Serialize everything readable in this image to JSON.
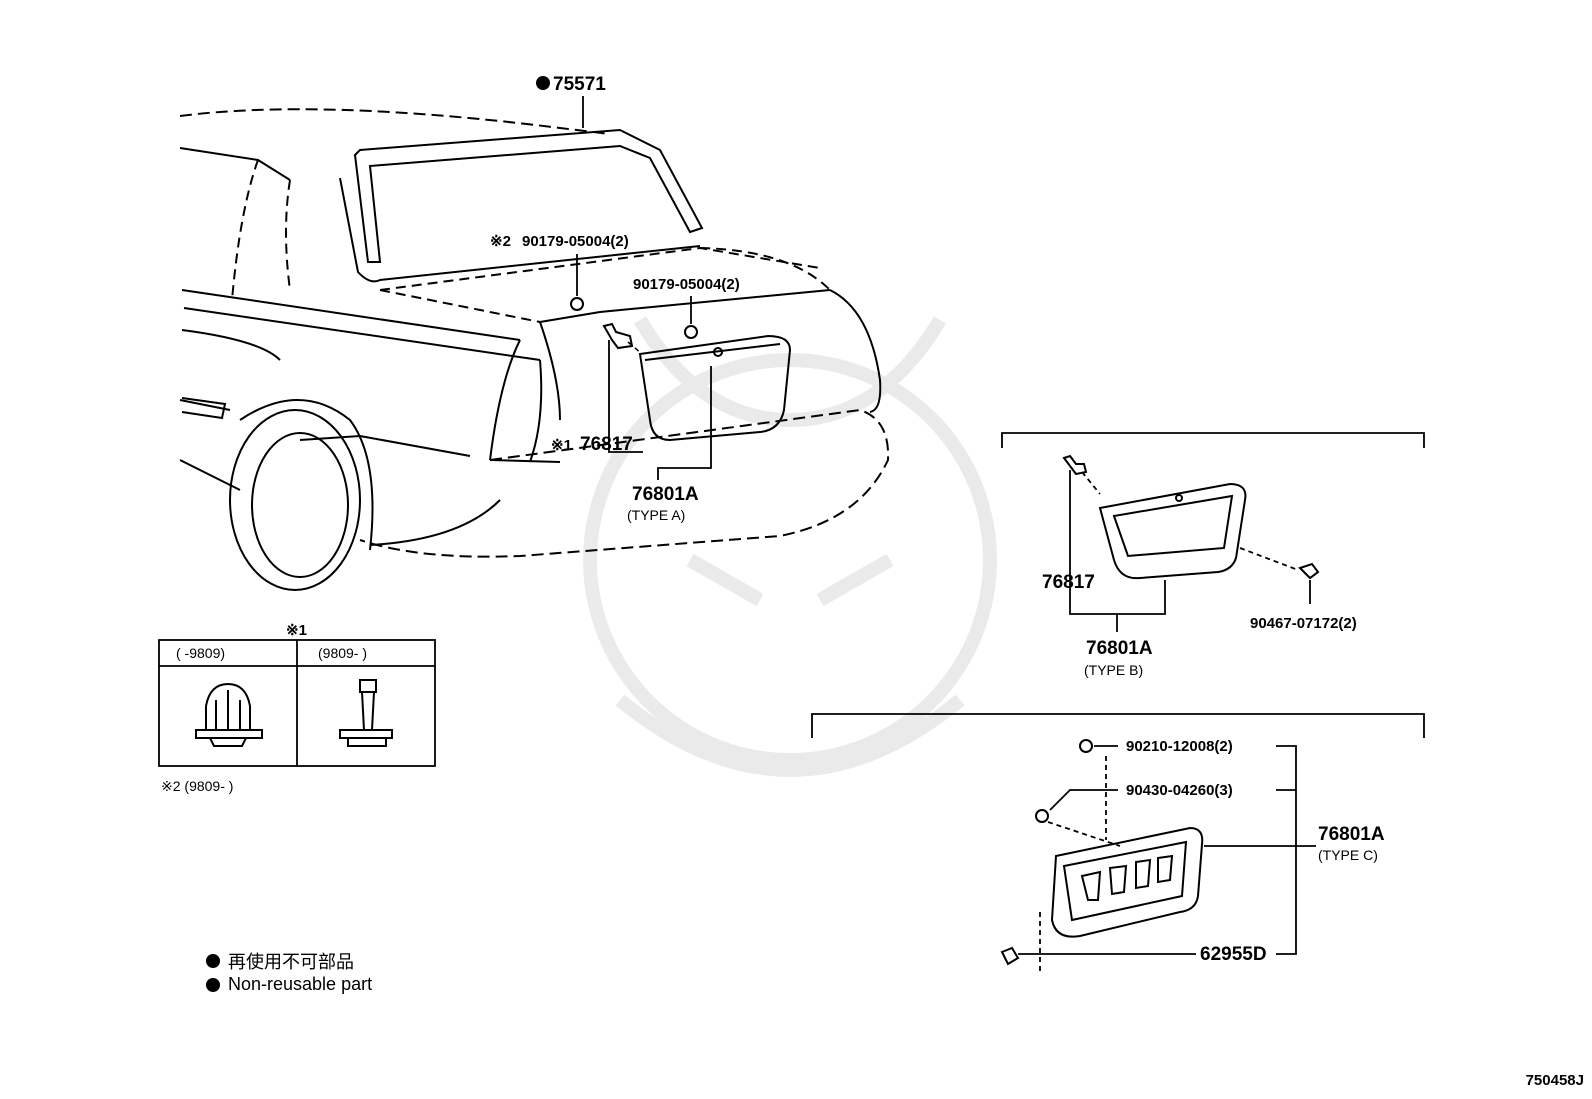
{
  "parts": {
    "weatherstrip": "75571",
    "bolt_star2": "90179-05004(2)",
    "bolt": "90179-05004(2)",
    "clip_star1": "76817",
    "garnish_a": "76801A",
    "type_a": "(TYPE A)",
    "clip_b": "76817",
    "garnish_b": "76801A",
    "type_b": "(TYPE B)",
    "screw_b": "90467-07172(2)",
    "nut_c": "90210-12008(2)",
    "clip_c": "90430-04260(3)",
    "garnish_c": "76801A",
    "type_c": "(TYPE C)",
    "sub_c": "62955D"
  },
  "marks": {
    "star1": "※1",
    "star2": "※2"
  },
  "note_table": {
    "title": "※1",
    "col1": "(      -9809)",
    "col2": "(9809-      )"
  },
  "note2": "※2 (9809-     )",
  "legend": {
    "jp": "再使用不可部品",
    "en": "Non-reusable part"
  },
  "diagram_code": "750458J"
}
